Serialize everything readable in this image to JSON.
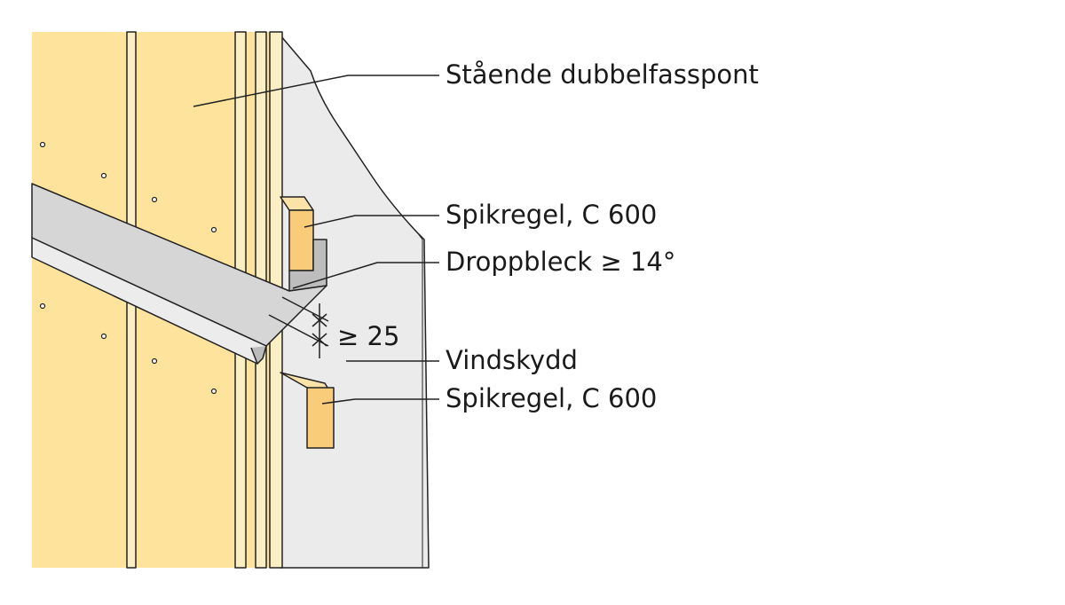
{
  "labels": {
    "panel": "Stående dubbelfasspont",
    "batten_upper": "Spikregel, C 600",
    "flashing": "Droppbleck ≥ 14°",
    "dimension": "≥ 25",
    "wind_barrier": "Vindskydd",
    "batten_lower": "Spikregel, C 600"
  },
  "colors": {
    "wood": "#fde39b",
    "batten": "#f8cc78",
    "barrier": "#ebebeb",
    "flashing": "#d6d6d6"
  }
}
